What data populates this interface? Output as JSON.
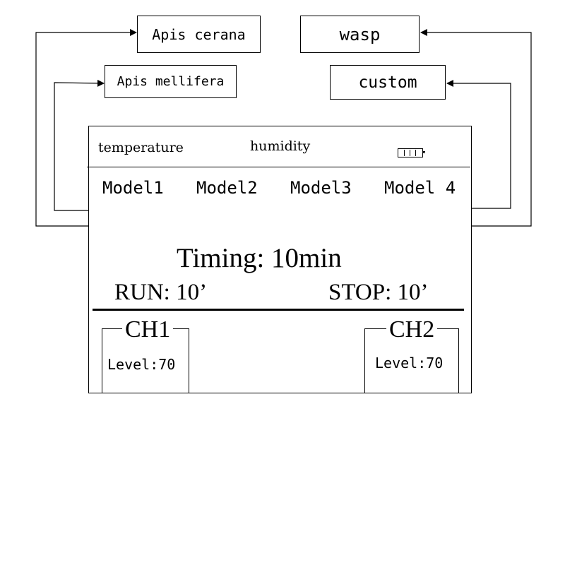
{
  "mode_boxes": {
    "apis_cerana": "Apis cerana",
    "apis_mellifera": "Apis mellifera",
    "wasp": "wasp",
    "custom": "custom"
  },
  "display": {
    "status_bar": {
      "temperature": "temperature",
      "humidity": "humidity",
      "battery_icon": "battery-icon"
    },
    "models": [
      "Model1",
      "Model2",
      "Model3",
      "Model 4"
    ],
    "timing": "Timing: 10min",
    "run": "RUN: 10’",
    "stop": "STOP: 10’",
    "channels": [
      {
        "name": "CH1",
        "level": "Level:70"
      },
      {
        "name": "CH2",
        "level": "Level:70"
      }
    ]
  }
}
